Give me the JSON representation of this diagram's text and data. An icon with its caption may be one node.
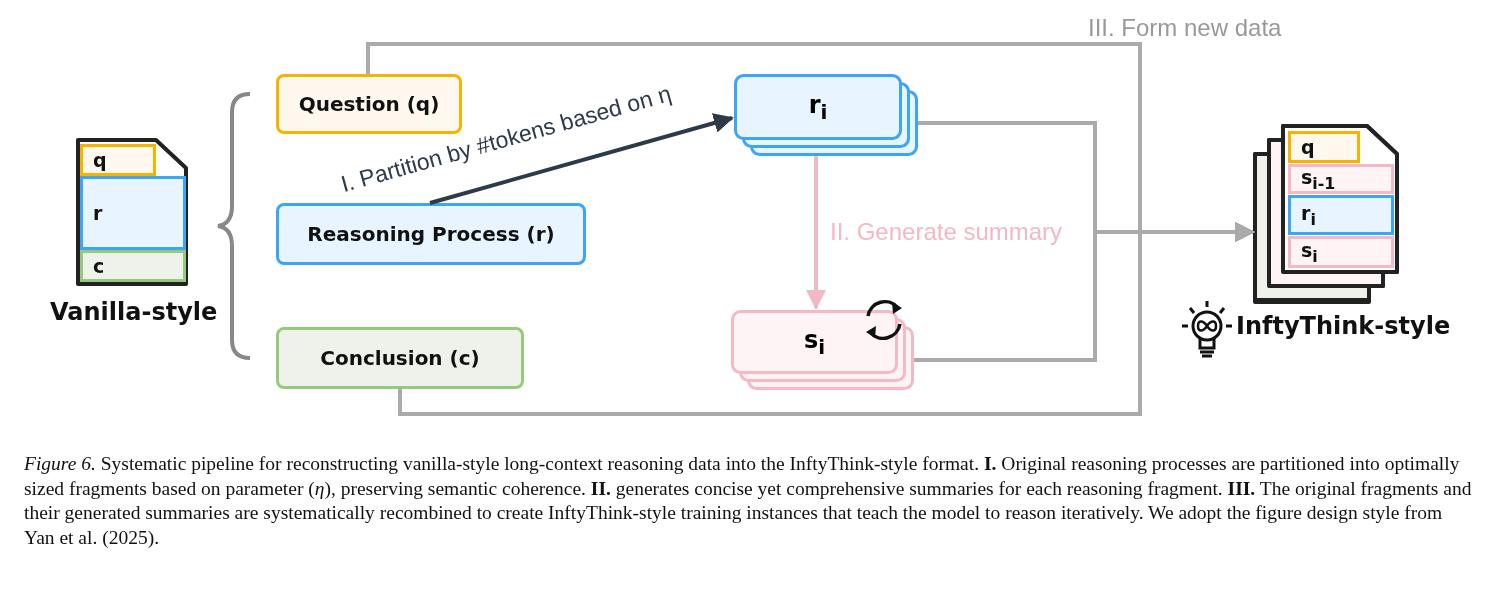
{
  "diagram": {
    "caption": "*Figure 6.* Systematic pipeline for reconstructing vanilla-style long-context reasoning data into the InftyThink-style format. **I.** Original reasoning processes are partitioned into optimally sized fragments based on parameter (*η*), preserving semantic coherence. **II.** generates concise yet comprehensive summaries for each reasoning fragment. **III.** The original fragments and their generated summaries are systematically recombined to create InftyThink-style training instances that teach the model to reason iteratively. We adopt the figure design style from Yan et al. (2025).",
    "nodes": [
      {
        "text": [],
        "shape": "box",
        "beside": [
          "Vanilla-style"
        ]
      },
      {
        "text": [
          "q"
        ],
        "in": 0
      },
      {
        "text": [
          "r"
        ],
        "in": 0
      },
      {
        "text": [
          "c"
        ],
        "in": 0
      },
      {
        "text": [
          "Question (q)"
        ]
      },
      {
        "text": [
          "Reasoning Process (r)"
        ]
      },
      {
        "text": [
          "Conclusion (c)"
        ]
      },
      {
        "text": [
          "r$_{i}$"
        ]
      },
      {
        "text": [
          "s$_{i}$"
        ]
      },
      {
        "text": [],
        "shape": "box",
        "beside": [
          "InftyThink-style"
        ]
      },
      {
        "text": [
          "q"
        ],
        "in": 9
      },
      {
        "text": [
          "s$_{i-1}$"
        ],
        "in": 9
      },
      {
        "text": [
          "r$_{i}$"
        ],
        "in": 9
      },
      {
        "text": [
          "s$_{i}$"
        ],
        "in": 9
      }
    ],
    "edges": [
      {
        "from": 4,
        "to": 9,
        "arrow": "to",
        "label": "III. Form new data"
      },
      {
        "from": 5,
        "to": 7,
        "arrow": "to",
        "label": "I. Partition by #tokens based on η",
        "color": "#2d3a4a"
      },
      {
        "from": 7,
        "to": 8,
        "arrow": "to",
        "label": "II. Generate summary",
        "color": "#f2b8c4"
      },
      {
        "from": 7,
        "to": 9,
        "arrow": "to"
      },
      {
        "from": 8,
        "to": 9,
        "arrow": "to"
      },
      {
        "from": 6,
        "to": 9,
        "arrow": "to"
      }
    ]
  }
}
